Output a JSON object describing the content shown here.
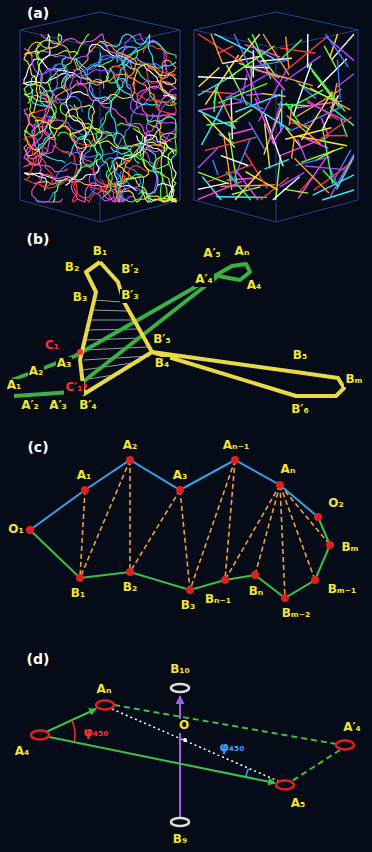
{
  "diagram": {
    "labels": [
      "(a)",
      "(b)",
      "B₁",
      "B₂",
      "B′₂",
      "B₃",
      "B′₃",
      "C₁",
      "A₃",
      "A₂",
      "A₁",
      "C′₁",
      "A′₂",
      "A′₃",
      "B′₄",
      "B′₅",
      "B₄",
      "A′₅",
      "Aₙ",
      "A′₄",
      "A₄",
      "B₅",
      "Bₘ",
      "B′₆",
      "(c)",
      "A₁",
      "A₂",
      "A₃",
      "Aₙ₋₁",
      "Aₙ",
      "O₁",
      "O₂",
      "Bₘ",
      "Bₘ₋₁",
      "Bₘ₋₂",
      "Bₙ",
      "Bₙ₋₁",
      "B₃",
      "B₂",
      "B₁",
      "(d)",
      "B₁₀",
      "Aₙ",
      "A₄",
      "A′₄",
      "O",
      "φ₄₅₀",
      "φ₄₅₀",
      "A₅",
      "B₉"
    ]
  }
}
